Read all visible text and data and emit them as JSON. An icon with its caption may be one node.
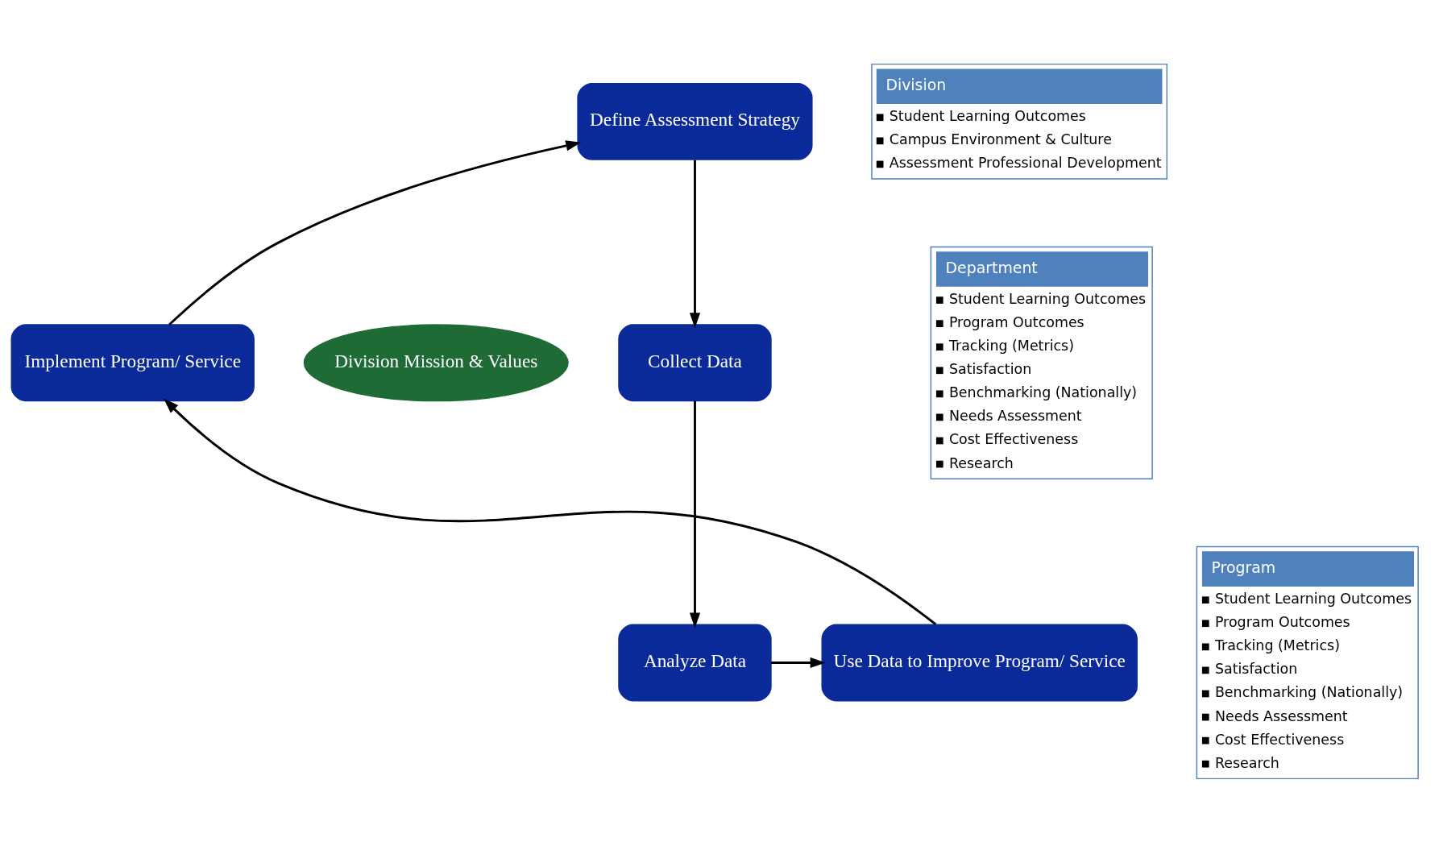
{
  "diagram": {
    "nodes": [
      {
        "text": [
          "Define Assessment Strategy"
        ]
      },
      {
        "text": [
          "Collect Data"
        ]
      },
      {
        "text": [
          "Analyze Data"
        ]
      },
      {
        "text": [
          "Use Data to Improve Program/ Service"
        ]
      },
      {
        "text": [
          "Implement Program/ Service"
        ]
      },
      {
        "text": [
          "Division Mission & Values"
        ]
      },
      {
        "text": [
          "Division",
          "Student Learning Outcomes",
          "Campus Environment & Culture",
          "Assessment Professional Development"
        ]
      },
      {
        "text": [
          "Department",
          "Student Learning Outcomes",
          "Program Outcomes",
          "Tracking (Metrics)",
          "Satisfaction",
          "Benchmarking (Nationally)",
          "Needs Assessment",
          "Cost Effectiveness",
          "Research"
        ]
      },
      {
        "text": [
          "Program",
          "Student Learning Outcomes",
          "Program Outcomes",
          "Tracking (Metrics)",
          "Satisfaction",
          "Benchmarking (Nationally)",
          "Needs Assessment",
          "Cost Effectiveness",
          "Research"
        ]
      }
    ],
    "edges": [
      {
        "from": 0,
        "to": 1,
        "arrow": "to"
      },
      {
        "from": 1,
        "to": 2,
        "arrow": "to"
      },
      {
        "from": 2,
        "to": 3,
        "arrow": "to"
      },
      {
        "from": 3,
        "to": 4,
        "arrow": "to"
      },
      {
        "from": 4,
        "to": 0,
        "arrow": "to"
      }
    ]
  }
}
